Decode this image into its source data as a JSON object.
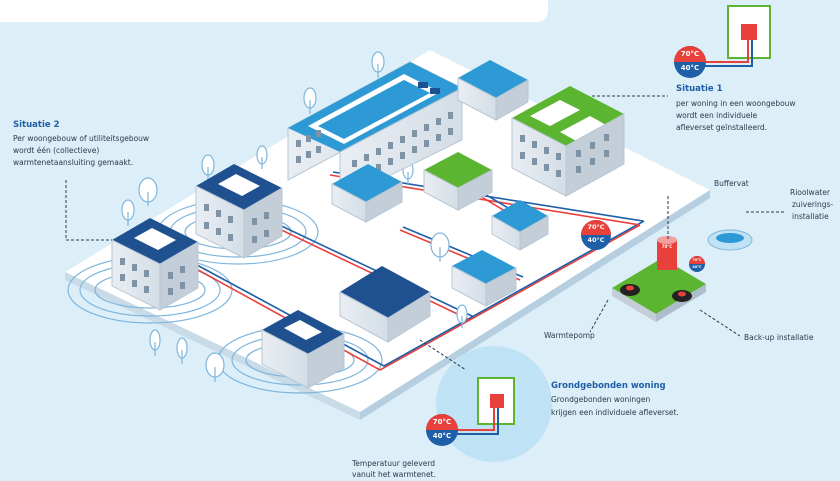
{
  "situatie1": {
    "title": "Situatie 1",
    "line1": "per woning in een woongebouw",
    "line2": "wordt een individuele",
    "line3": "afleverset geïnstalleerd."
  },
  "situatie2": {
    "title": "Situatie 2",
    "line1": "Per woongebouw of utiliteitsgebouw",
    "line2": "wordt één (collectieve)",
    "line3": "warmtenetaansluiting gemaakt."
  },
  "grondgebonden": {
    "title": "Grondgebonden woning",
    "line1": "Grondgebonden woningen",
    "line2": "krijgen een individuele afleverset."
  },
  "labels": {
    "buffervat": "Buffervat",
    "rioolwater1": "Rioolwater",
    "rioolwater2": "zuiverings-",
    "rioolwater3": "installatie",
    "warmtepomp": "Warmtepomp",
    "backup": "Back-up installatie",
    "temperatuur1": "Temperatuur geleverd",
    "temperatuur2": "vanuit het warmtenet."
  },
  "temps": {
    "hot": "70°C",
    "cold": "40°C",
    "hot_small": "70°C",
    "cold_small": "40°C",
    "buffer": "70°C"
  },
  "colors": {
    "background": "#dceef8",
    "hot_pipe": "#e8413c",
    "cold_pipe": "#1f5fa8",
    "green_roof": "#5cb531",
    "blue_roof": "#3aa6dc",
    "navy_roof": "#1f5090"
  }
}
